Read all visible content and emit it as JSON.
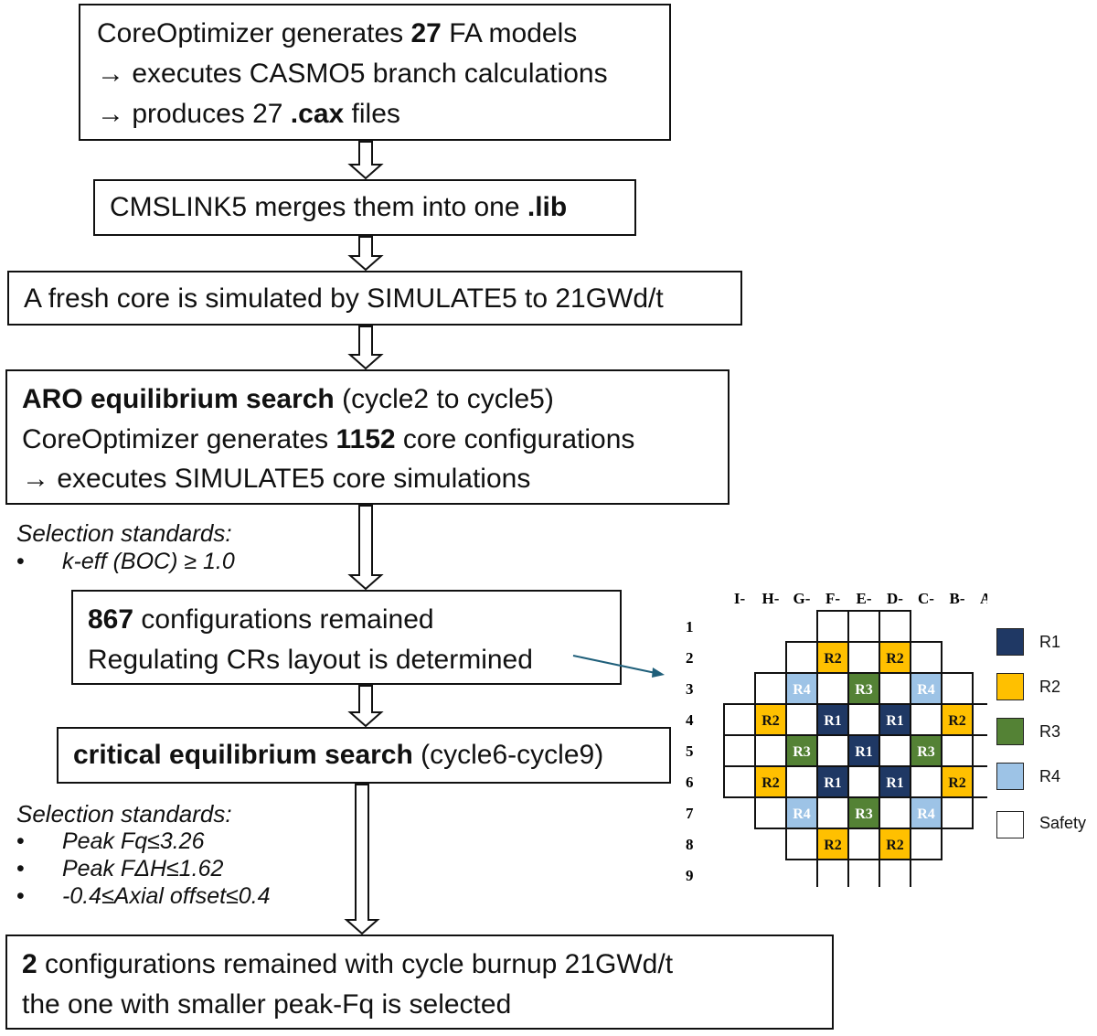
{
  "boxes": {
    "b1": {
      "line1": {
        "pre": "CoreOptimizer generates ",
        "bold": "27",
        "post": " FA models"
      },
      "line2": "→ executes CASMO5 branch calculations",
      "line3": {
        "pre": "→ produces 27 ",
        "bold": ".cax",
        "post": " files"
      }
    },
    "b2": {
      "pre": "CMSLINK5 merges them into one ",
      "bold": ".lib"
    },
    "b3": {
      "text": "A fresh core is simulated by SIMULATE5 to 21GWd/t"
    },
    "b4": {
      "line1": {
        "bold": "ARO equilibrium search",
        "post": " (cycle2 to cycle5)"
      },
      "line2": {
        "pre": "CoreOptimizer generates ",
        "bold": "1152",
        "post": " core configurations"
      },
      "line3": " → executes SIMULATE5 core simulations"
    },
    "b5": {
      "line1": {
        "bold": "867",
        "post": " configurations remained"
      },
      "line2": "Regulating CRs layout is determined"
    },
    "b6": {
      "bold": "critical equilibrium search",
      "post": " (cycle6-cycle9)"
    },
    "b7": {
      "line1": {
        "bold": "2",
        "post": " configurations remained with cycle burnup 21GWd/t"
      },
      "line2": "the one with smaller peak-Fq is selected"
    }
  },
  "standards1": {
    "title": "Selection standards:",
    "bullet_char": "•",
    "items": [
      "k-eff (BOC) ≥ 1.0"
    ]
  },
  "standards2": {
    "title": "Selection standards:",
    "bullet_char": "•",
    "items": [
      "Peak Fq≤3.26",
      "Peak FΔH≤1.62",
      "-0.4≤Axial offset≤0.4"
    ]
  },
  "core_map": {
    "columns": [
      "I-",
      "H-",
      "G-",
      "F-",
      "E-",
      "D-",
      "C-",
      "B-",
      "A-"
    ],
    "rows": [
      "1",
      "2",
      "3",
      "4",
      "5",
      "6",
      "7",
      "8",
      "9"
    ],
    "row_spans": [
      [
        3,
        5
      ],
      [
        2,
        6
      ],
      [
        1,
        7
      ],
      [
        0,
        8
      ],
      [
        0,
        8
      ],
      [
        0,
        8
      ],
      [
        1,
        7
      ],
      [
        2,
        6
      ],
      [
        3,
        5
      ]
    ],
    "rods": [
      {
        "r": 2,
        "c": 3,
        "t": "R2"
      },
      {
        "r": 2,
        "c": 5,
        "t": "R2"
      },
      {
        "r": 3,
        "c": 2,
        "t": "R4"
      },
      {
        "r": 3,
        "c": 4,
        "t": "R3"
      },
      {
        "r": 3,
        "c": 6,
        "t": "R4"
      },
      {
        "r": 4,
        "c": 1,
        "t": "R2"
      },
      {
        "r": 4,
        "c": 3,
        "t": "R1"
      },
      {
        "r": 4,
        "c": 5,
        "t": "R1"
      },
      {
        "r": 4,
        "c": 7,
        "t": "R2"
      },
      {
        "r": 5,
        "c": 2,
        "t": "R3"
      },
      {
        "r": 5,
        "c": 4,
        "t": "R1"
      },
      {
        "r": 5,
        "c": 6,
        "t": "R3"
      },
      {
        "r": 6,
        "c": 1,
        "t": "R2"
      },
      {
        "r": 6,
        "c": 3,
        "t": "R1"
      },
      {
        "r": 6,
        "c": 5,
        "t": "R1"
      },
      {
        "r": 6,
        "c": 7,
        "t": "R2"
      },
      {
        "r": 7,
        "c": 2,
        "t": "R4"
      },
      {
        "r": 7,
        "c": 4,
        "t": "R3"
      },
      {
        "r": 7,
        "c": 6,
        "t": "R4"
      },
      {
        "r": 8,
        "c": 3,
        "t": "R2"
      },
      {
        "r": 8,
        "c": 5,
        "t": "R2"
      }
    ]
  },
  "legend": [
    {
      "key": "R1",
      "label": "R1",
      "color": "#1f3864"
    },
    {
      "key": "R2",
      "label": "R2",
      "color": "#ffc000"
    },
    {
      "key": "R3",
      "label": "R3",
      "color": "#548235"
    },
    {
      "key": "R4",
      "label": "R4",
      "color": "#9dc3e6"
    },
    {
      "key": "Safety",
      "label": "Safety",
      "color": "#ffffff"
    }
  ],
  "colors": {
    "arrow": "#1f5f7a"
  }
}
